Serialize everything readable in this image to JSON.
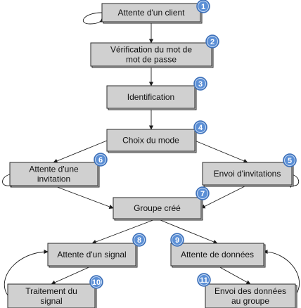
{
  "diagram": {
    "nodes": [
      {
        "id": "n1",
        "lines": [
          "Attente d'un client"
        ],
        "badge": "1"
      },
      {
        "id": "n2",
        "lines": [
          "Vérification du mot de",
          "mot de passe"
        ],
        "badge": "2"
      },
      {
        "id": "n3",
        "lines": [
          "Identification"
        ],
        "badge": "3"
      },
      {
        "id": "n4",
        "lines": [
          "Choix du mode"
        ],
        "badge": "4"
      },
      {
        "id": "n5",
        "lines": [
          "Envoi d'invitations"
        ],
        "badge": "5"
      },
      {
        "id": "n6",
        "lines": [
          "Attente d'une",
          "invitation"
        ],
        "badge": "6"
      },
      {
        "id": "n7",
        "lines": [
          "Groupe créé"
        ],
        "badge": "7"
      },
      {
        "id": "n8",
        "lines": [
          "Attente d'un signal"
        ],
        "badge": "8"
      },
      {
        "id": "n9",
        "lines": [
          "Attente de données"
        ],
        "badge": "9"
      },
      {
        "id": "n10",
        "lines": [
          "Traitement du",
          "signal"
        ],
        "badge": "10"
      },
      {
        "id": "n11",
        "lines": [
          "Envoi des données",
          "au groupe"
        ],
        "badge": "11"
      }
    ],
    "edges": [
      {
        "from": "n1",
        "to": "n1",
        "kind": "self-loop"
      },
      {
        "from": "n1",
        "to": "n2"
      },
      {
        "from": "n2",
        "to": "n3"
      },
      {
        "from": "n3",
        "to": "n4"
      },
      {
        "from": "n4",
        "to": "n6"
      },
      {
        "from": "n4",
        "to": "n5"
      },
      {
        "from": "n6",
        "to": "n6",
        "kind": "self-loop"
      },
      {
        "from": "n5",
        "to": "n5",
        "kind": "self-loop"
      },
      {
        "from": "n6",
        "to": "n7"
      },
      {
        "from": "n5",
        "to": "n7"
      },
      {
        "from": "n7",
        "to": "n8"
      },
      {
        "from": "n7",
        "to": "n9"
      },
      {
        "from": "n8",
        "to": "n10"
      },
      {
        "from": "n10",
        "to": "n8",
        "kind": "loop-back"
      },
      {
        "from": "n9",
        "to": "n11"
      },
      {
        "from": "n11",
        "to": "n9",
        "kind": "loop-back"
      }
    ]
  }
}
